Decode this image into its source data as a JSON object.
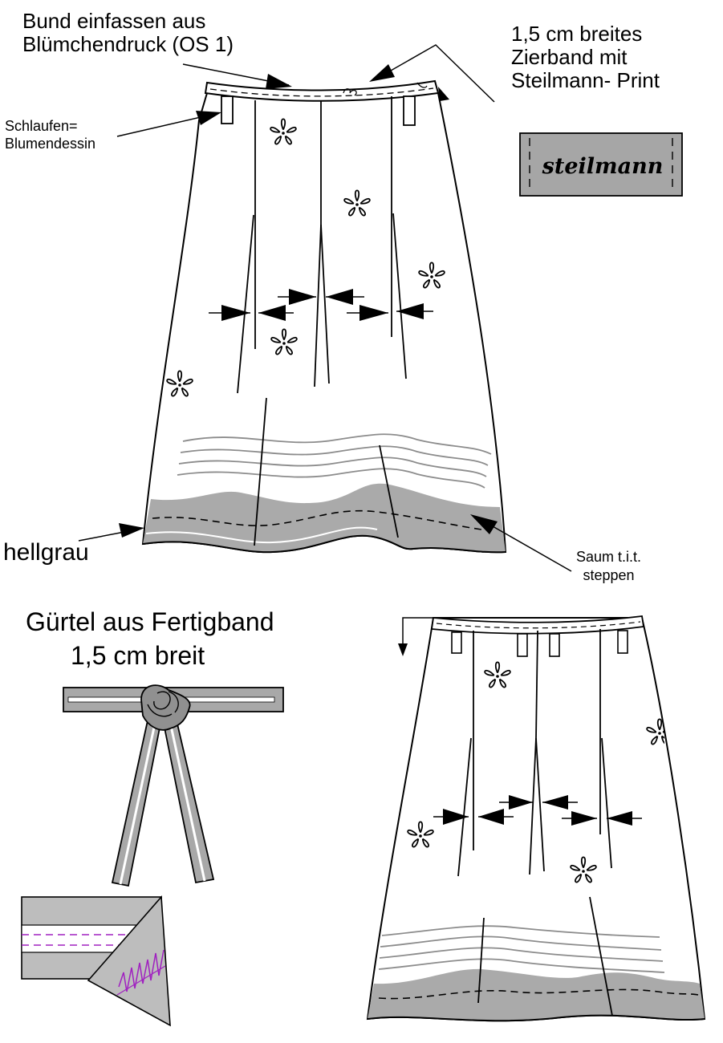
{
  "labels": {
    "waistband": "Bund einfassen aus\nBlümchendruck (OS 1)",
    "decor_tape": "1,5 cm breites\nZierband mit\nSteilmann- Print",
    "belt_loops": "Schlaufen=\nBlumendessin",
    "hem_color": "hellgrau",
    "hem_stitch": "Saum t.i.t.\nsteppen",
    "belt_title": "Gürtel aus Fertigband",
    "belt_width": "1,5 cm breit"
  },
  "tape_print": "steilmann",
  "colors": {
    "line": "#000000",
    "hem_grey": "#aaaaaa",
    "wave_grey": "#8c8c8c",
    "tape_grey": "#a6a6a6",
    "belt_grey": "#a8a8a8",
    "stitch_purple": "#a020c0"
  },
  "icons": [
    "flower-icon",
    "arrow-icon",
    "rosette-knot-icon"
  ]
}
